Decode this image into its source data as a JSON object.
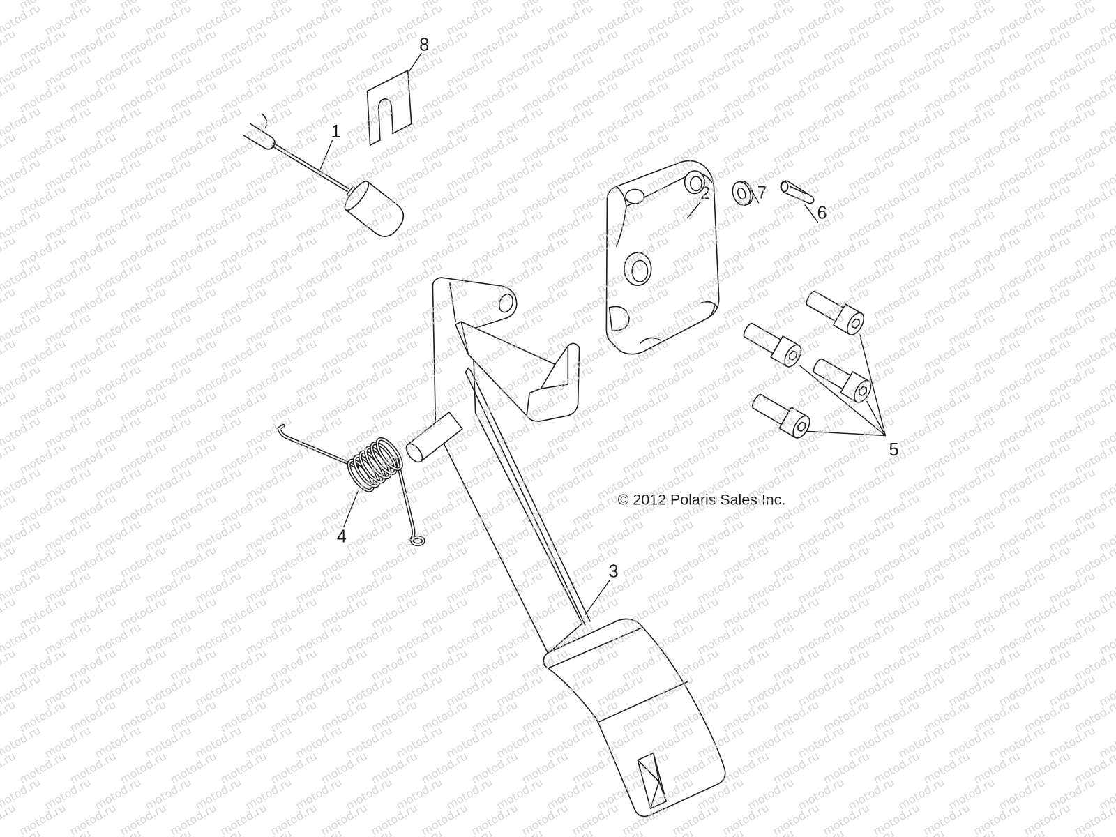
{
  "callouts": [
    "1",
    "2",
    "3",
    "4",
    "5",
    "6",
    "7",
    "8"
  ],
  "copyright": "© 2012 Polaris Sales Inc.",
  "watermark": "motod.ru",
  "colors": {
    "background": "#ffffff",
    "line": "#1e1e1e",
    "watermark": "#cdcdcd"
  }
}
